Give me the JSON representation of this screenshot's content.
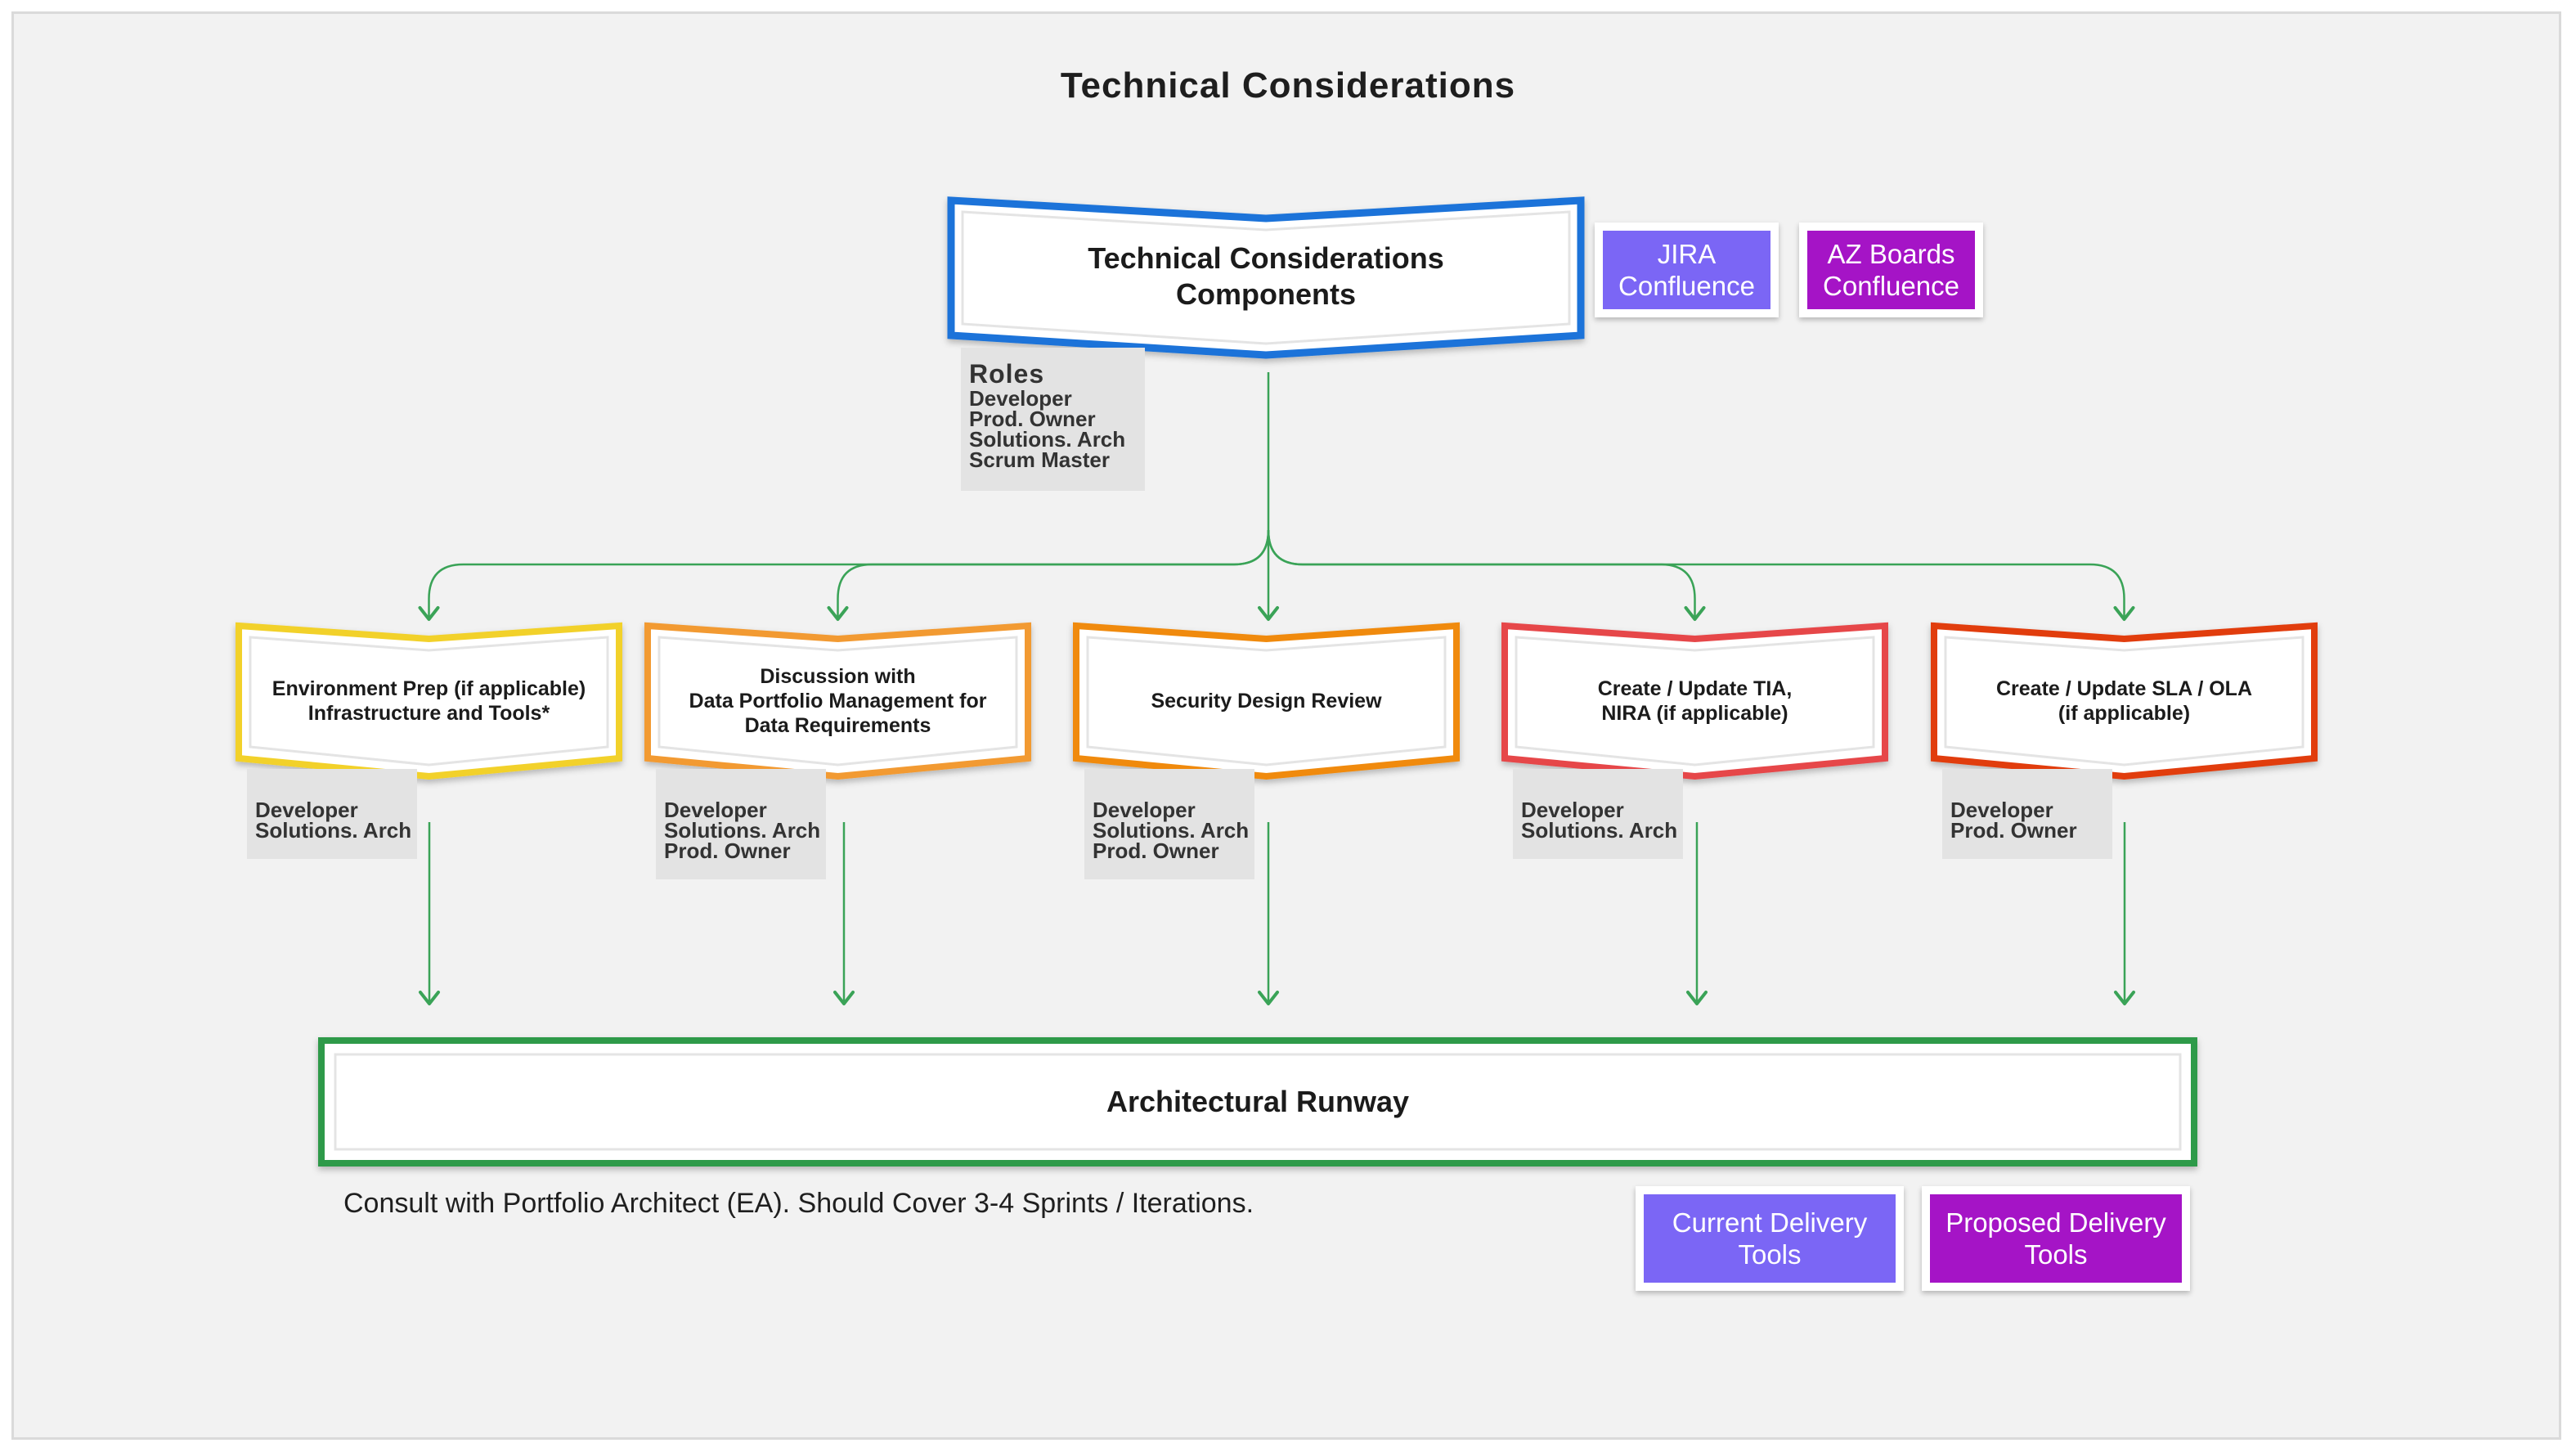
{
  "title": "Technical Considerations",
  "top_node": {
    "lines": [
      "Technical Considerations",
      "Components"
    ],
    "color": "#1a73d9",
    "roles": {
      "heading": "Roles",
      "items": [
        "Developer",
        "Prod. Owner",
        "Solutions. Arch",
        "Scrum Master"
      ]
    }
  },
  "tools_top": [
    {
      "lines": [
        "JIRA",
        "Confluence"
      ],
      "color": "#7b66f5"
    },
    {
      "lines": [
        "AZ Boards",
        "Confluence"
      ],
      "color": "#a514c6"
    }
  ],
  "steps": [
    {
      "lines": [
        "Environment Prep (if applicable)",
        "Infrastructure and Tools*"
      ],
      "color": "#f2d12a",
      "roles": [
        "Developer",
        "Solutions. Arch"
      ]
    },
    {
      "lines": [
        "Discussion with",
        "Data Portfolio Management for",
        "Data Requirements"
      ],
      "color": "#f29a32",
      "roles": [
        "Developer",
        "Solutions. Arch",
        "Prod. Owner"
      ]
    },
    {
      "lines": [
        "Security Design Review"
      ],
      "color": "#f08a0c",
      "roles": [
        "Developer",
        "Solutions. Arch",
        "Prod. Owner"
      ]
    },
    {
      "lines": [
        "Create / Update TIA,",
        "NIRA (if applicable)"
      ],
      "color": "#e6474a",
      "roles": [
        "Developer",
        "Solutions. Arch"
      ]
    },
    {
      "lines": [
        "Create / Update SLA / OLA",
        "(if applicable)"
      ],
      "color": "#e13c10",
      "roles": [
        "Developer",
        "Prod. Owner"
      ]
    }
  ],
  "runway": {
    "label": "Architectural Runway",
    "color": "#2e9a4a"
  },
  "footnote": "Consult with Portfolio Architect (EA). Should Cover 3-4 Sprints / Iterations.",
  "legend": [
    {
      "lines": [
        "Current Delivery",
        "Tools"
      ],
      "color": "#7b66f5"
    },
    {
      "lines": [
        "Proposed Delivery",
        "Tools"
      ],
      "color": "#a514c6"
    }
  ],
  "connector_color": "#3aa357"
}
